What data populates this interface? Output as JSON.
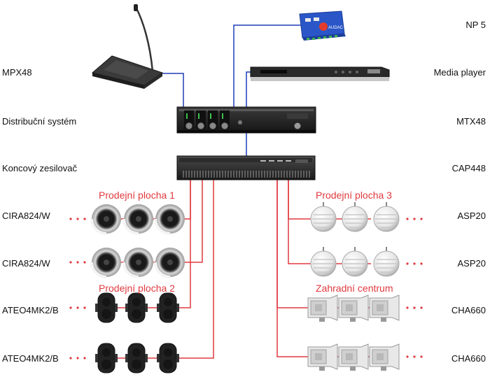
{
  "labels_left": [
    "MPX48",
    "Distribuční systém",
    "Koncový zesilovač",
    "CIRA824/W",
    "CIRA824/W",
    "ATEO4MK2/B",
    "ATEO4MK2/B"
  ],
  "labels_right": [
    "NP 5",
    "Media player",
    "MTX48",
    "CAP448",
    "ASP20",
    "ASP20",
    "CHA660",
    "CHA660"
  ],
  "zones": [
    "Prodejní plocha 1",
    "Prodejní plocha 2",
    "Prodejní plocha 3",
    "Zahradní centrum"
  ],
  "device_texts": {
    "np5_logo": "AUDAC"
  },
  "colors": {
    "signal_line": "#1f3fb5",
    "speaker_line": "#e0393e",
    "zone_text": "#e0393e"
  }
}
